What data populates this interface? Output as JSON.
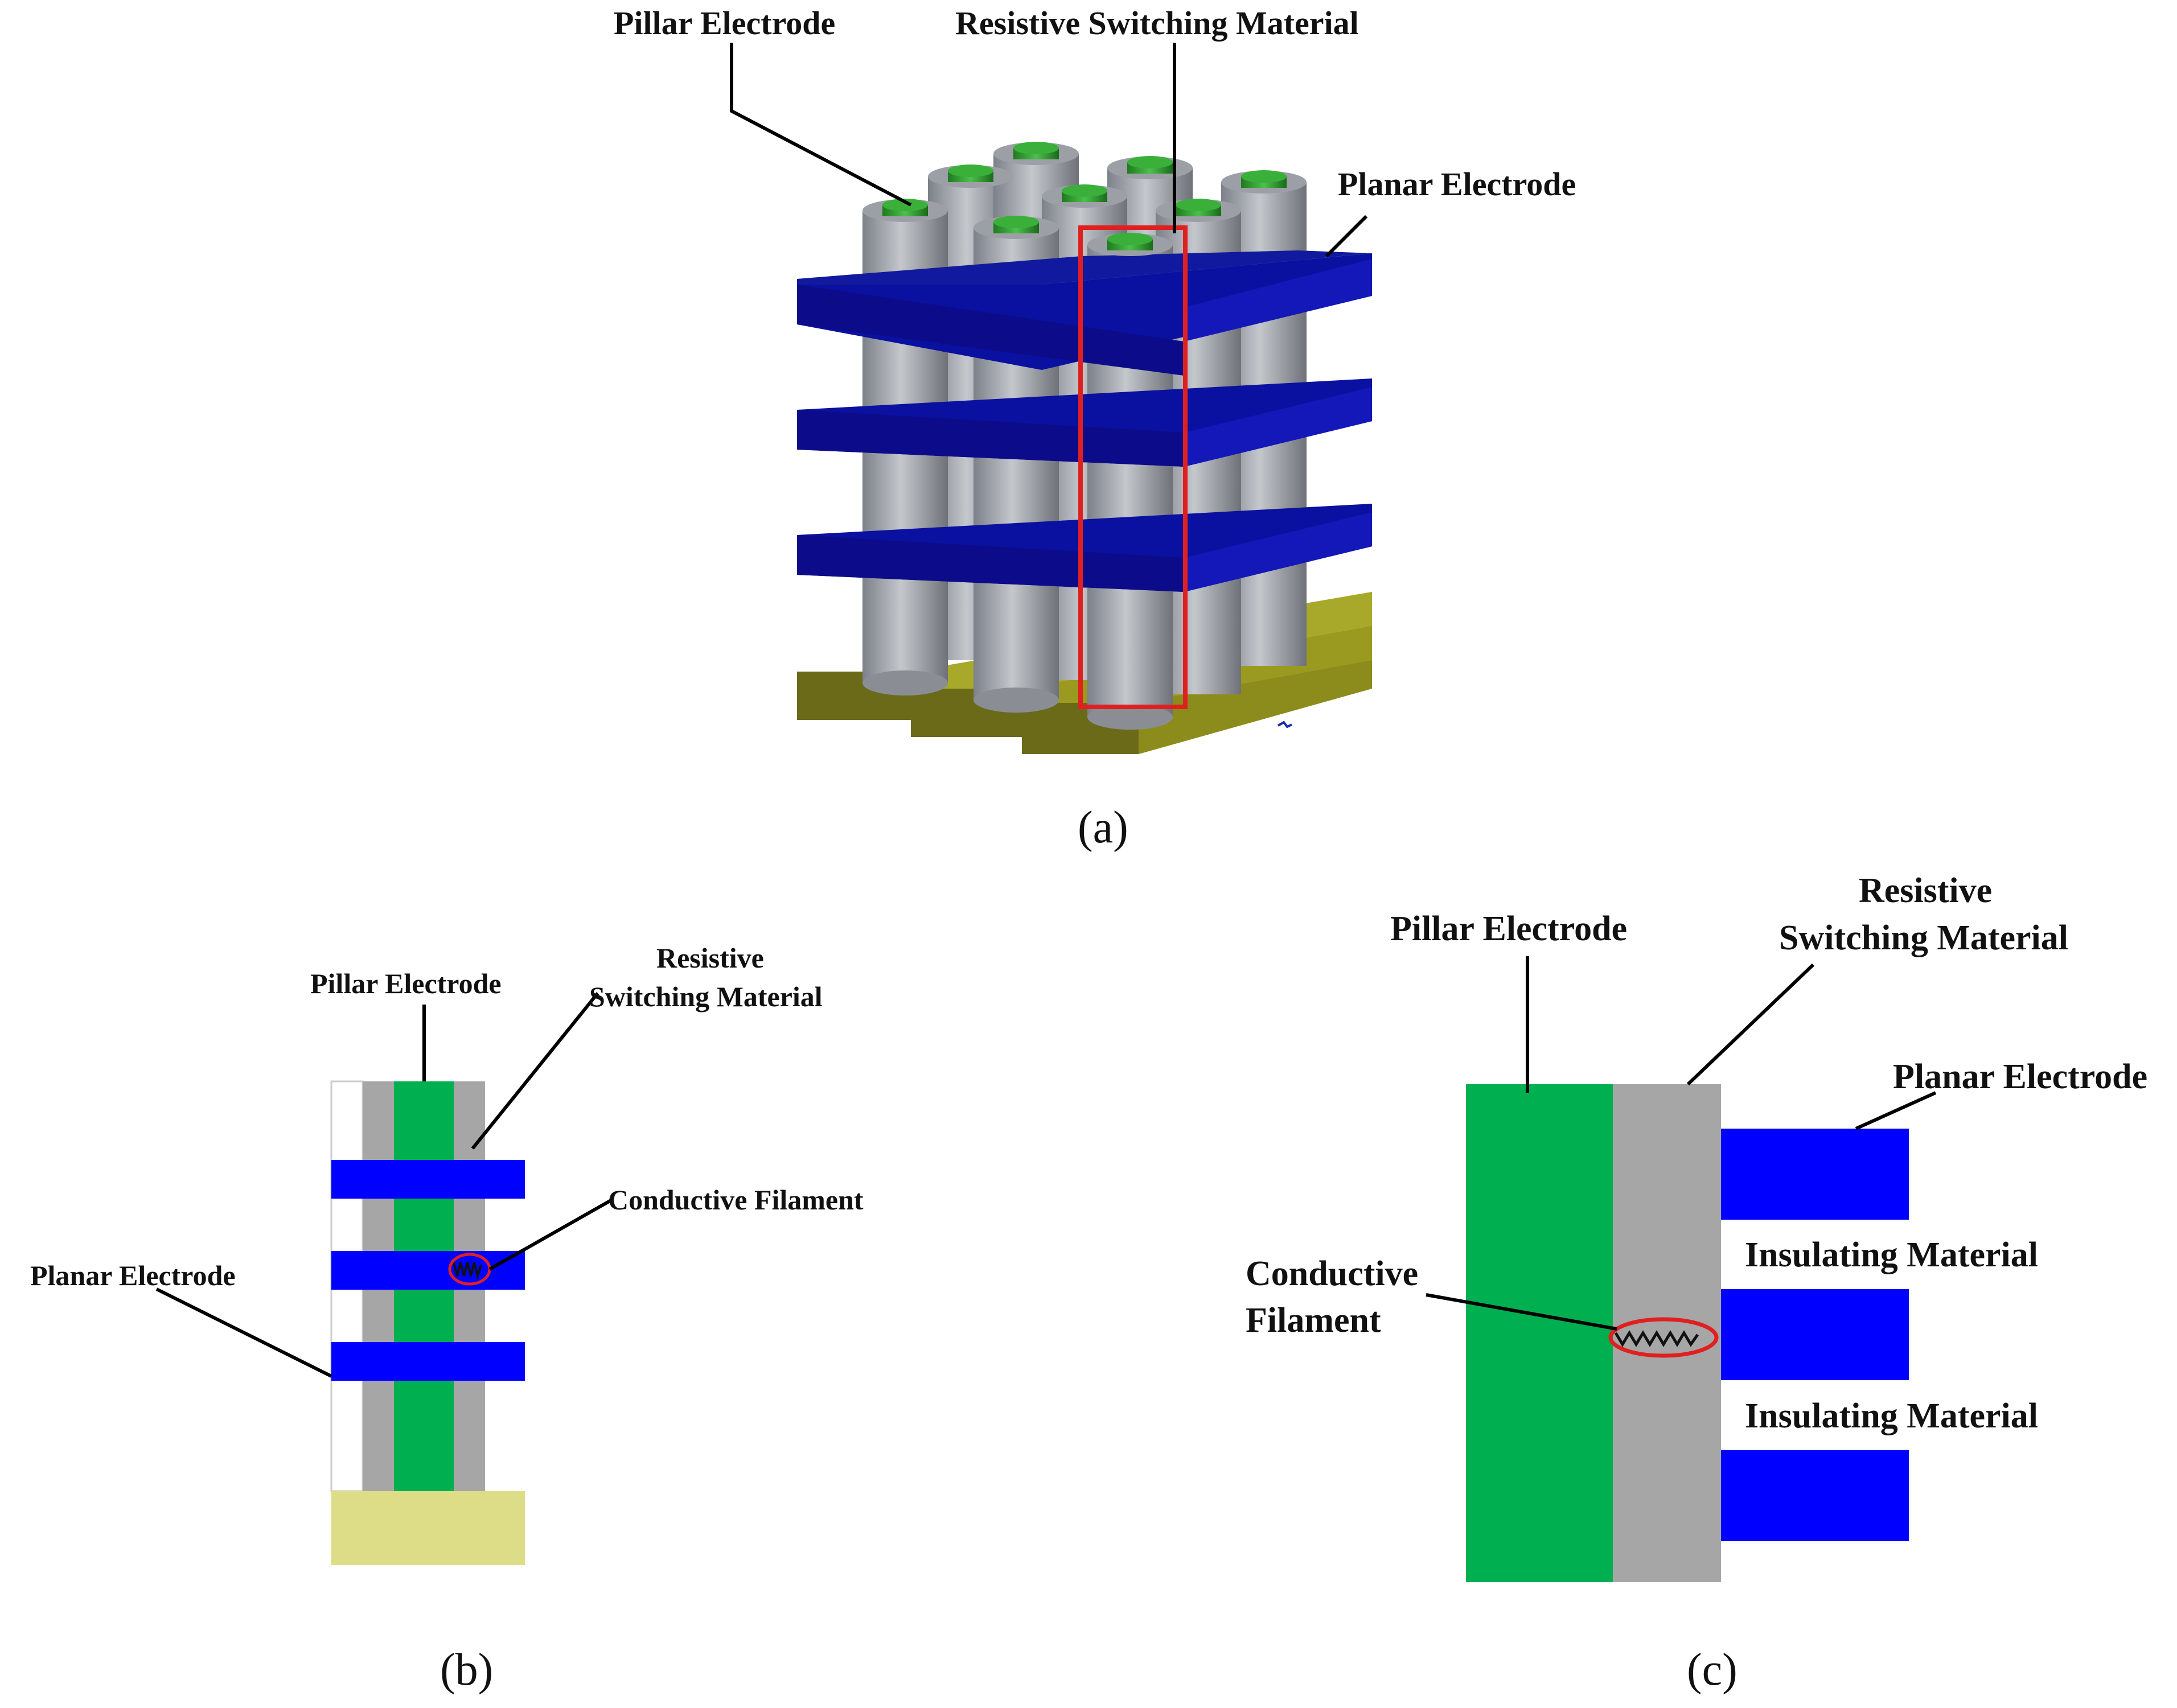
{
  "panel_a": {
    "caption": "(a)",
    "labels": {
      "pillar_electrode": "Pillar Electrode",
      "resistive_switching_material": "Resistive Switching Material",
      "planar_electrode": "Planar Electrode"
    }
  },
  "panel_b": {
    "caption": "(b)",
    "labels": {
      "pillar_electrode": "Pillar Electrode",
      "resistive_line1": "Resistive",
      "resistive_line2": "Switching Material",
      "conductive_filament": "Conductive Filament",
      "planar_electrode": "Planar Electrode"
    }
  },
  "panel_c": {
    "caption": "(c)",
    "labels": {
      "pillar_electrode": "Pillar Electrode",
      "resistive_line1": "Resistive",
      "resistive_line2": "Switching Material",
      "planar_electrode": "Planar Electrode",
      "insulating_1": "Insulating Material",
      "insulating_2": "Insulating Material",
      "conductive_line1": "Conductive",
      "conductive_line2": "Filament"
    }
  },
  "colors": {
    "pillar_core": "#00b050",
    "switching_layer": "#a6a6a6",
    "planar_electrode": "#0000ff",
    "planar_3d": "#0a10a0",
    "bottom_electrode": "#dddd88",
    "bottom_3d": "#9a9a20",
    "highlight": "#e02020"
  }
}
